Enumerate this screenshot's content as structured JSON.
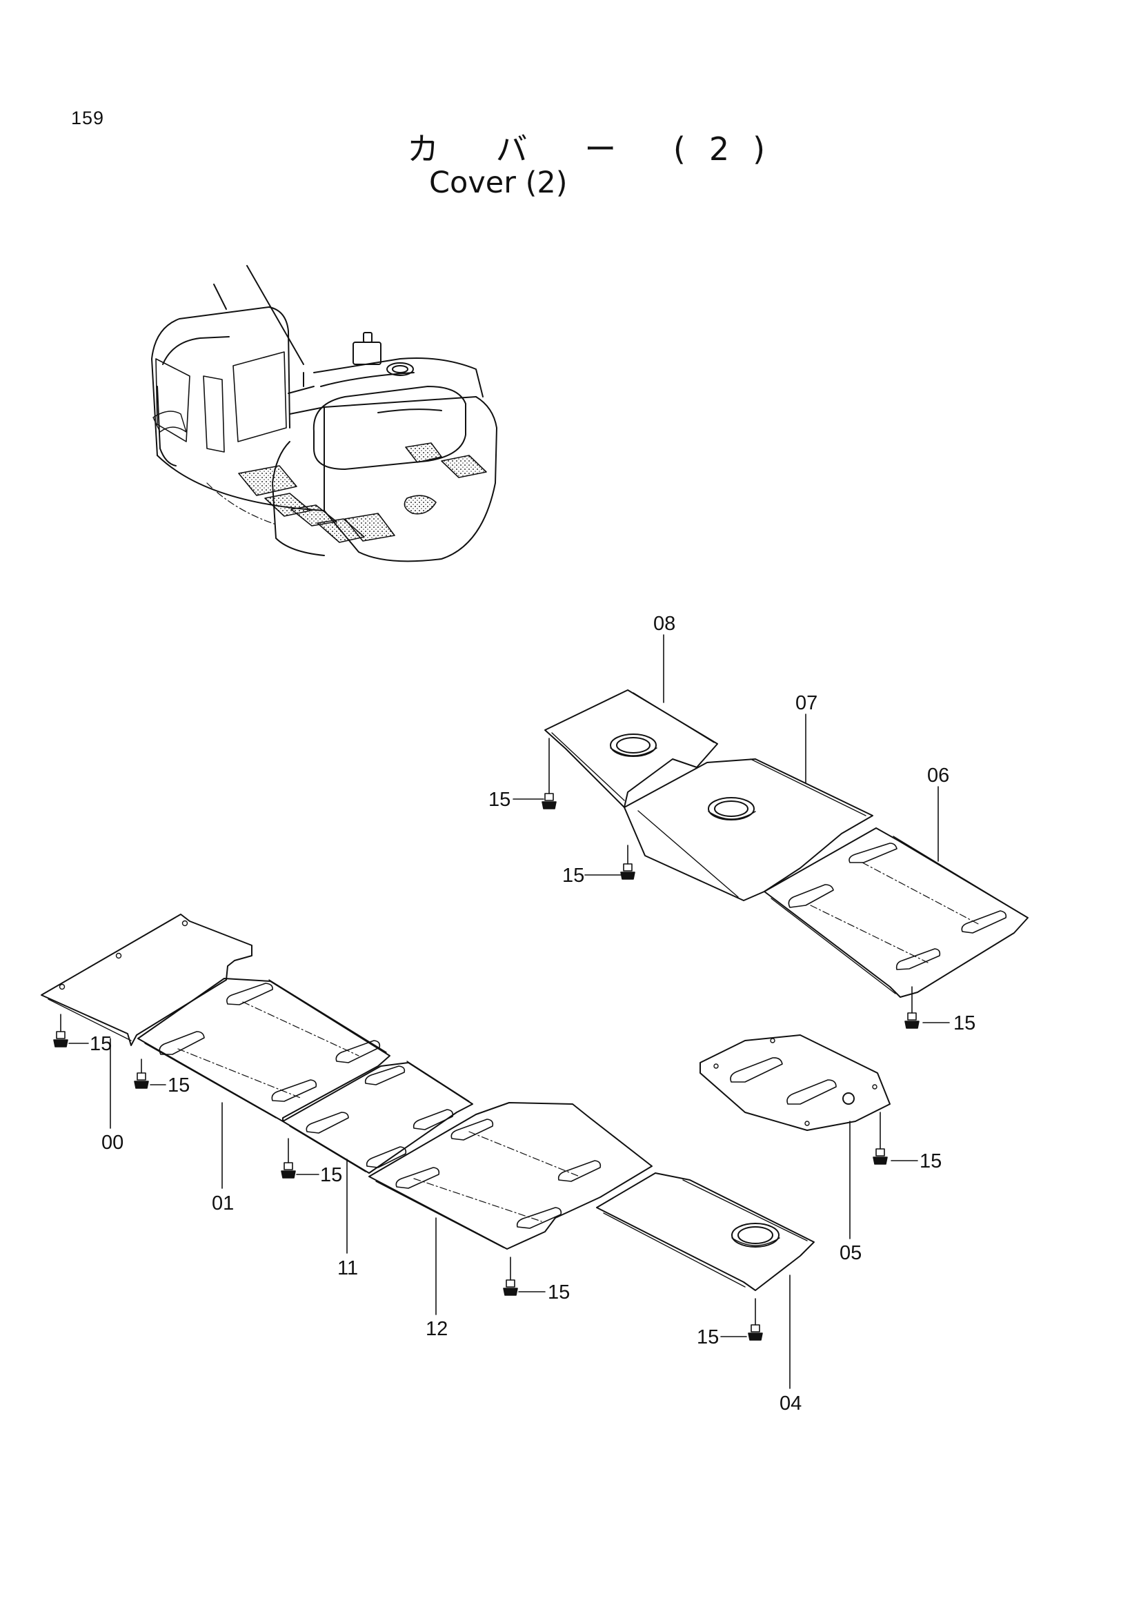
{
  "header": {
    "page_number": "159",
    "title_jp": "カ バ ー (2)",
    "title_en": "Cover (2)"
  },
  "callouts": [
    {
      "id": "08",
      "text": "08"
    },
    {
      "id": "07",
      "text": "07"
    },
    {
      "id": "06",
      "text": "06"
    },
    {
      "id": "15a",
      "text": "15"
    },
    {
      "id": "15b",
      "text": "15"
    },
    {
      "id": "15c",
      "text": "15"
    },
    {
      "id": "15d",
      "text": "15"
    },
    {
      "id": "15e",
      "text": "15"
    },
    {
      "id": "15f",
      "text": "15"
    },
    {
      "id": "15g",
      "text": "15"
    },
    {
      "id": "15h",
      "text": "15"
    },
    {
      "id": "15i",
      "text": "15"
    },
    {
      "id": "00",
      "text": "00"
    },
    {
      "id": "01",
      "text": "01"
    },
    {
      "id": "11",
      "text": "11"
    },
    {
      "id": "12",
      "text": "12"
    },
    {
      "id": "05",
      "text": "05"
    },
    {
      "id": "04",
      "text": "04"
    }
  ],
  "colors": {
    "line": "#111111",
    "background": "#ffffff"
  }
}
